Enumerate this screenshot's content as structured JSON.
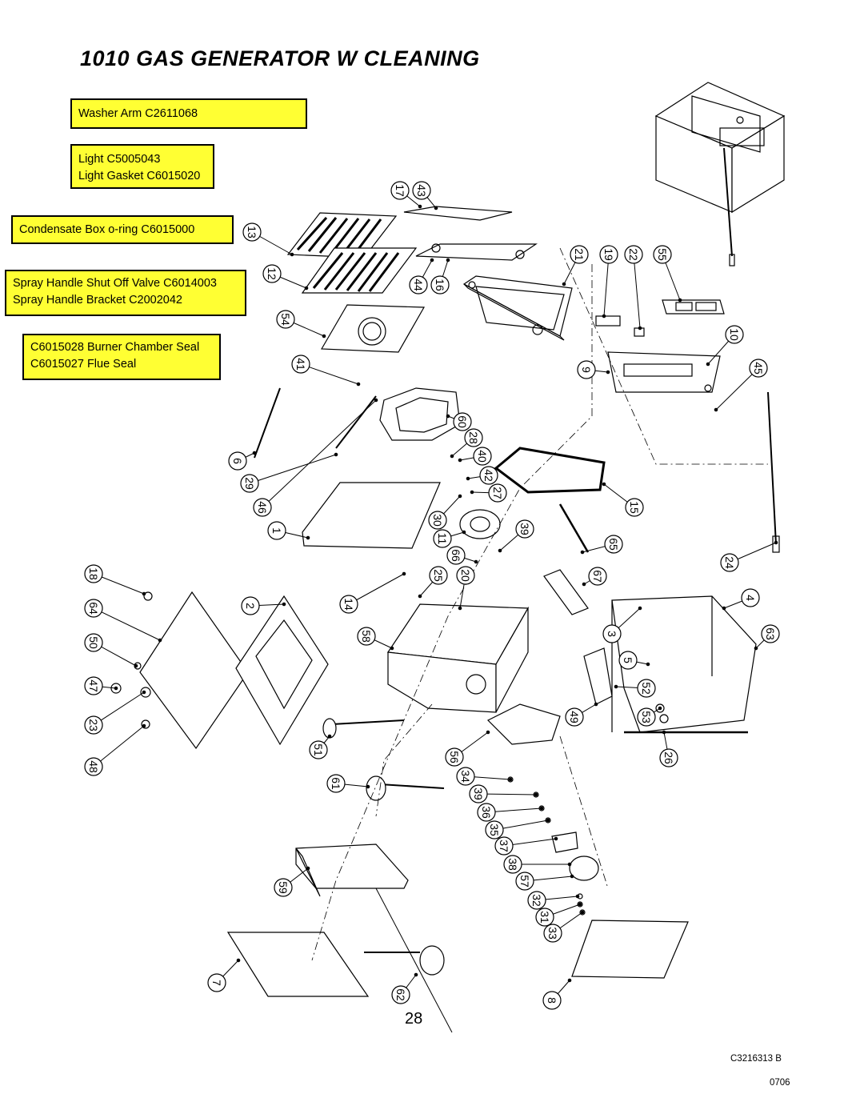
{
  "title": "1010 GAS GENERATOR W CLEANING",
  "notes": [
    {
      "lines": [
        "Washer Arm C2611068"
      ]
    },
    {
      "lines": [
        "Light C5005043",
        "Light Gasket C6015020"
      ]
    },
    {
      "lines": [
        "Condensate Box o-ring C6015000"
      ]
    },
    {
      "lines": [
        "Spray Handle Shut Off Valve C6014003",
        "Spray Handle Bracket C2002042"
      ]
    },
    {
      "lines": [
        "C6015028 Burner Chamber Seal",
        "C6015027 Flue Seal"
      ]
    }
  ],
  "callouts": [
    "17",
    "43",
    "13",
    "12",
    "44",
    "16",
    "21",
    "19",
    "22",
    "55",
    "54",
    "10",
    "41",
    "9",
    "45",
    "60",
    "28",
    "6",
    "40",
    "29",
    "42",
    "27",
    "46",
    "30",
    "15",
    "1",
    "11",
    "39",
    "66",
    "65",
    "18",
    "25",
    "20",
    "67",
    "14",
    "24",
    "2",
    "64",
    "4",
    "58",
    "3",
    "50",
    "63",
    "5",
    "47",
    "52",
    "49",
    "23",
    "53",
    "51",
    "26",
    "56",
    "48",
    "34",
    "61",
    "39",
    "36",
    "35",
    "37",
    "38",
    "59",
    "57",
    "32",
    "31",
    "33",
    "7",
    "62",
    "8"
  ],
  "page_number": "28",
  "doc_code": "C3216313 B",
  "doc_date": "0706",
  "colors": {
    "note_fill": "#ffff33",
    "line": "#000000"
  }
}
